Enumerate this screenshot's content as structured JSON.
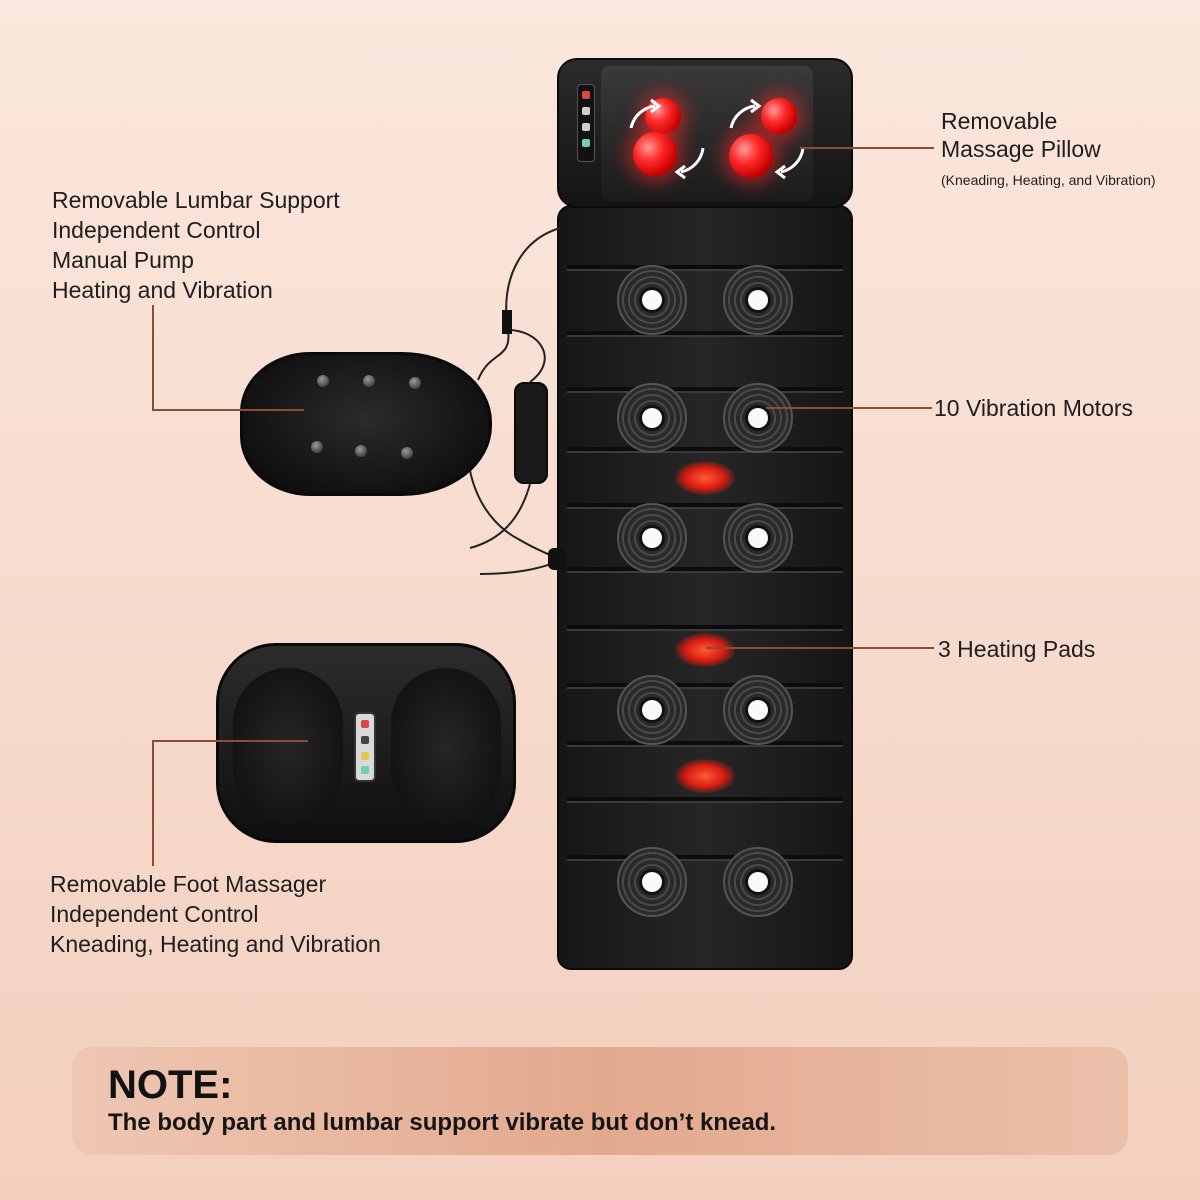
{
  "labels": {
    "pillow_title_1": "Removable",
    "pillow_title_2": "Massage Pillow",
    "pillow_sub": "(Kneading, Heating, and Vibration)",
    "motors": "10 Vibration Motors",
    "heating": "3 Heating Pads",
    "lumbar_1": "Removable Lumbar Support",
    "lumbar_2": "Independent Control",
    "lumbar_3": "Manual Pump",
    "lumbar_4": "Heating and Vibration",
    "foot_1": "Removable Foot Massager",
    "foot_2": "Independent Control",
    "foot_3": "Kneading, Heating and Vibration"
  },
  "note": {
    "title": "NOTE:",
    "text": "The body part and lumbar support vibrate but don’t knead."
  },
  "colors": {
    "leader_line": "#8a4e32",
    "background": "#f6d9cb",
    "note_band": "#e3a98e",
    "heat_glow": "#ff2a2a"
  },
  "icons": [
    "kneading-ball-icon",
    "rotation-arrow-icon",
    "vibration-motor-icon",
    "heating-pad-icon"
  ]
}
